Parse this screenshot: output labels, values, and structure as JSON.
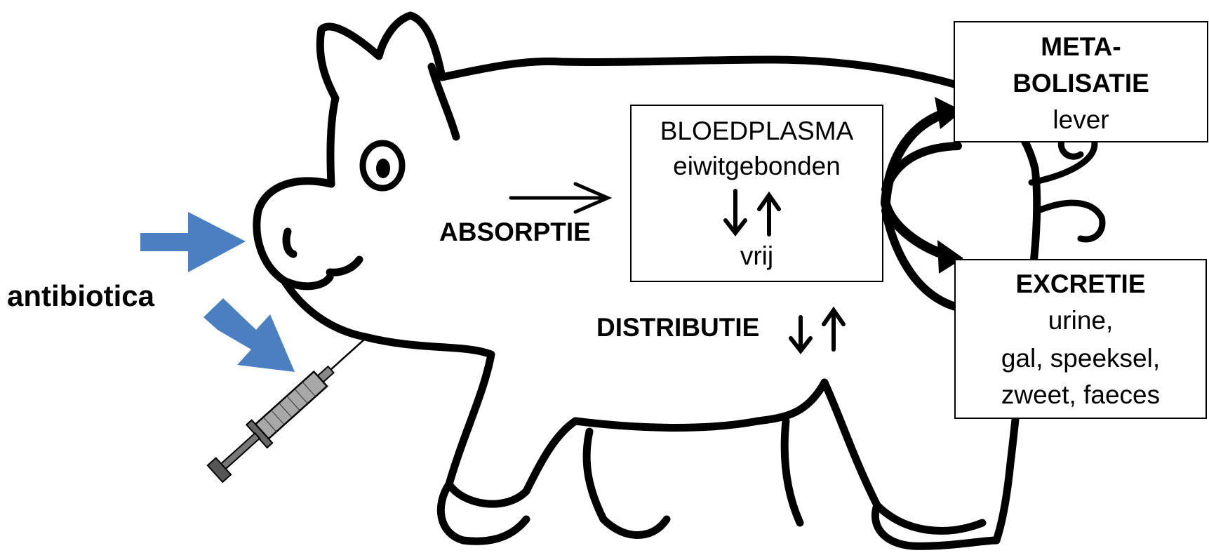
{
  "input_label": "antibiotica",
  "stages": {
    "absorption": "ABSORPTIE",
    "distribution": "DISTRIBUTIE"
  },
  "plasma": {
    "title": "BLOEDPLASMA",
    "bound": "eiwitgebonden",
    "free": "vrij"
  },
  "metabolism": {
    "title_line1": "META-",
    "title_line2": "BOLISATIE",
    "organ": "lever"
  },
  "excretion": {
    "title": "EXCRETIE",
    "routes": [
      "urine,",
      "gal, speeksel,",
      "zweet, faeces"
    ]
  },
  "colors": {
    "input_arrow": "#4a7fc1",
    "outline": "#000000"
  }
}
